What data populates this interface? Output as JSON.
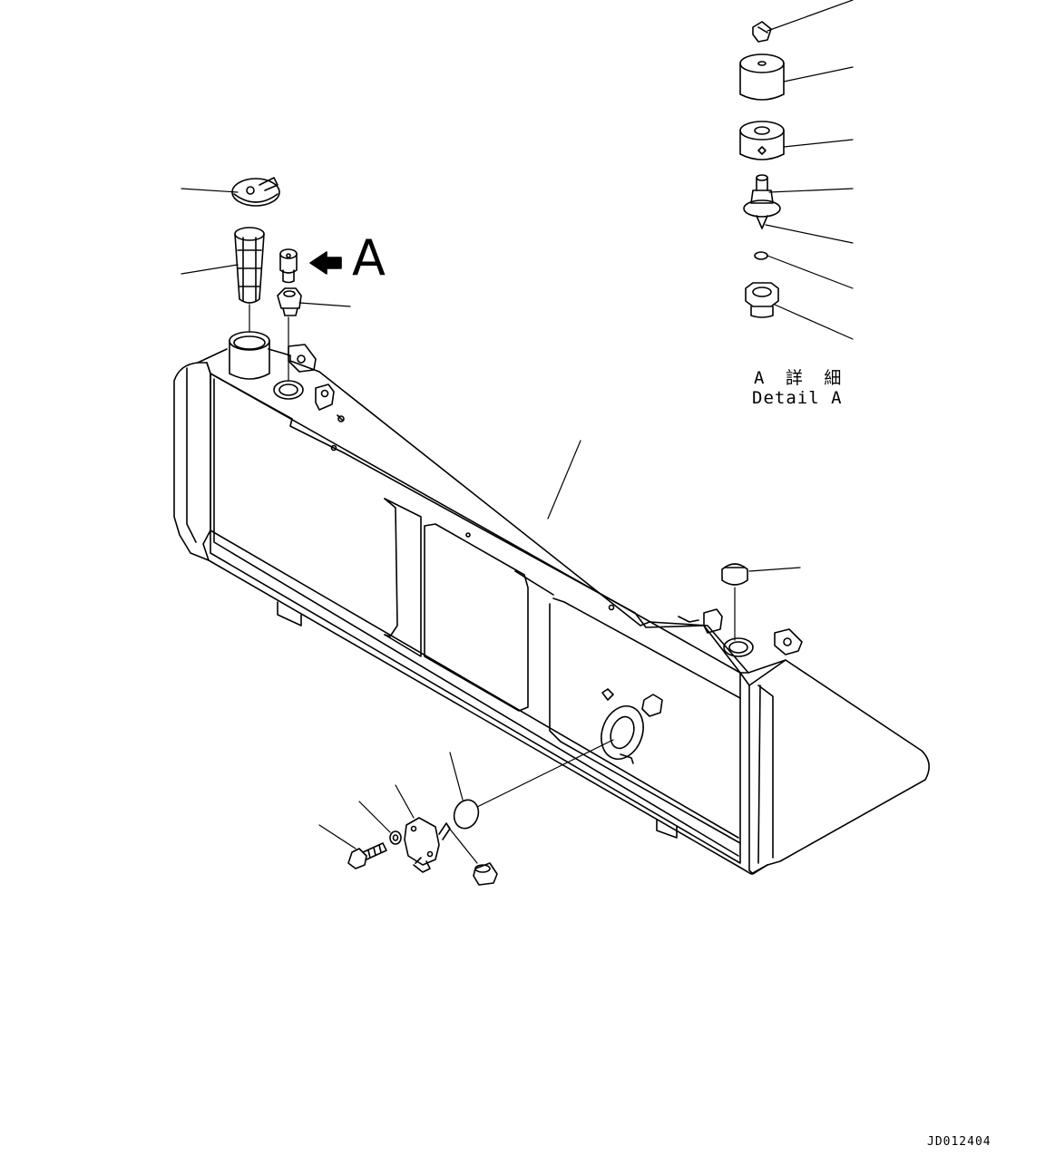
{
  "view_arrow_label": "A",
  "detail": {
    "label_jp": "A 詳 細",
    "label_en": "Detail A"
  },
  "drawing_code": "JD012404"
}
